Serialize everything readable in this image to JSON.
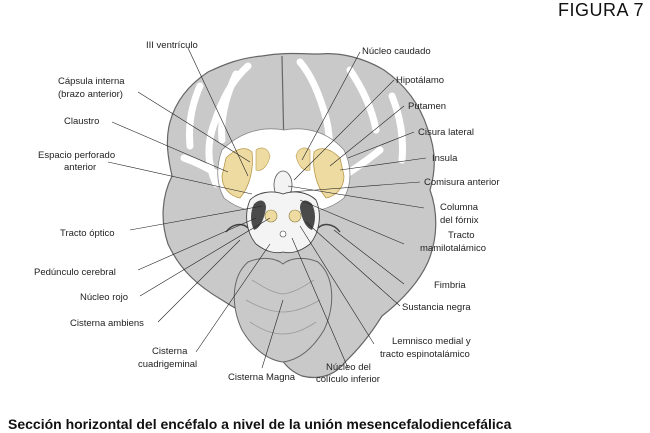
{
  "figure_label": "FIGURA 7",
  "caption": "Sección horizontal del encéfalo a nivel de la unión mesencefalodiencefálica",
  "colors": {
    "gray_matter": "#c9c9c9",
    "gyri_outline": "#666666",
    "highlight": "#eedba2",
    "dark_nuclei": "#4a4a4a",
    "white_matter": "#ffffff"
  },
  "labels": {
    "iii_ventriculo": "III ventrículo",
    "capsula_interna_1": "Cápsula interna",
    "capsula_interna_2": "(brazo anterior)",
    "claustro": "Claustro",
    "espacio_perforado_1": "Espacio perforado",
    "espacio_perforado_2": "anterior",
    "tracto_optico": "Tracto óptico",
    "pedunculo_cerebral": "Pedúnculo cerebral",
    "nucleo_rojo": "Núcleo rojo",
    "cisterna_ambiens": "Cisterna ambiens",
    "cisterna_cuadrigeminal_1": "Cisterna",
    "cisterna_cuadrigeminal_2": "cuadrigeminal",
    "cisterna_magna": "Cisterna Magna",
    "nucleo_coliculo_1": "Núcleo del",
    "nucleo_coliculo_2": "colículo inferior",
    "lemnisco_1": "Lemnisco medial y",
    "lemnisco_2": "tracto espinotalámico",
    "sustancia_negra": "Sustancia negra",
    "fimbria": "Fimbria",
    "tracto_mamilo_1": "Tracto",
    "tracto_mamilo_2": "mamilotalámico",
    "columna_fornix_1": "Columna",
    "columna_fornix_2": "del fórnix",
    "comisura_anterior": "Comisura anterior",
    "insula": "Insula",
    "cisura_lateral": "Cisura lateral",
    "putamen": "Putamen",
    "hipotalamo": "Hipotálamo",
    "nucleo_caudado": "Núcleo caudado"
  }
}
